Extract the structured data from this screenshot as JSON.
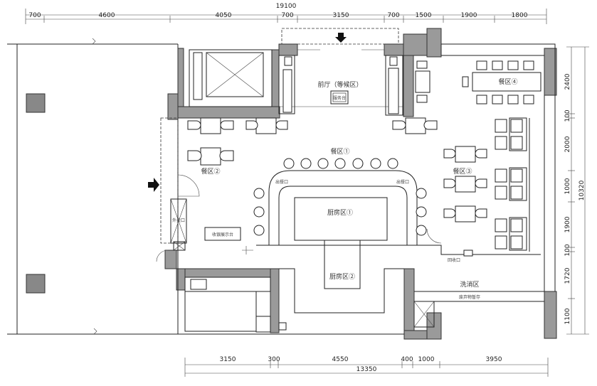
{
  "dimensions": {
    "top_total": "19100",
    "top_segments": [
      "700",
      "4600",
      "4050",
      "700",
      "3150",
      "700",
      "1500",
      "1900",
      "1800"
    ],
    "right_total": "10320",
    "right_segments": [
      "2400",
      "100",
      "2000",
      "1000",
      "1900",
      "100",
      "1720",
      "1100"
    ],
    "bottom_total": "13350",
    "bottom_segments": [
      "3150",
      "300",
      "4550",
      "400",
      "1000",
      "3950"
    ]
  },
  "rooms": {
    "lobby": "前厅（等候区）",
    "service_desk": "服务台",
    "dining_1": "餐区①",
    "dining_2": "餐区②",
    "dining_3": "餐区③",
    "dining_4": "餐区④",
    "kitchen_1": "厨房区①",
    "kitchen_2": "厨房区②",
    "washing": "洗消区",
    "cashier": "收银展示台",
    "dish_window_left": "出餐口",
    "dish_window_right": "出餐口",
    "return_window": "回收口",
    "outside_exit": "外卖口",
    "wash_note": "废弃物暂存"
  },
  "colors": {
    "wall_fill": "#9a9a9a",
    "line": "#222222",
    "background": "#ffffff"
  }
}
